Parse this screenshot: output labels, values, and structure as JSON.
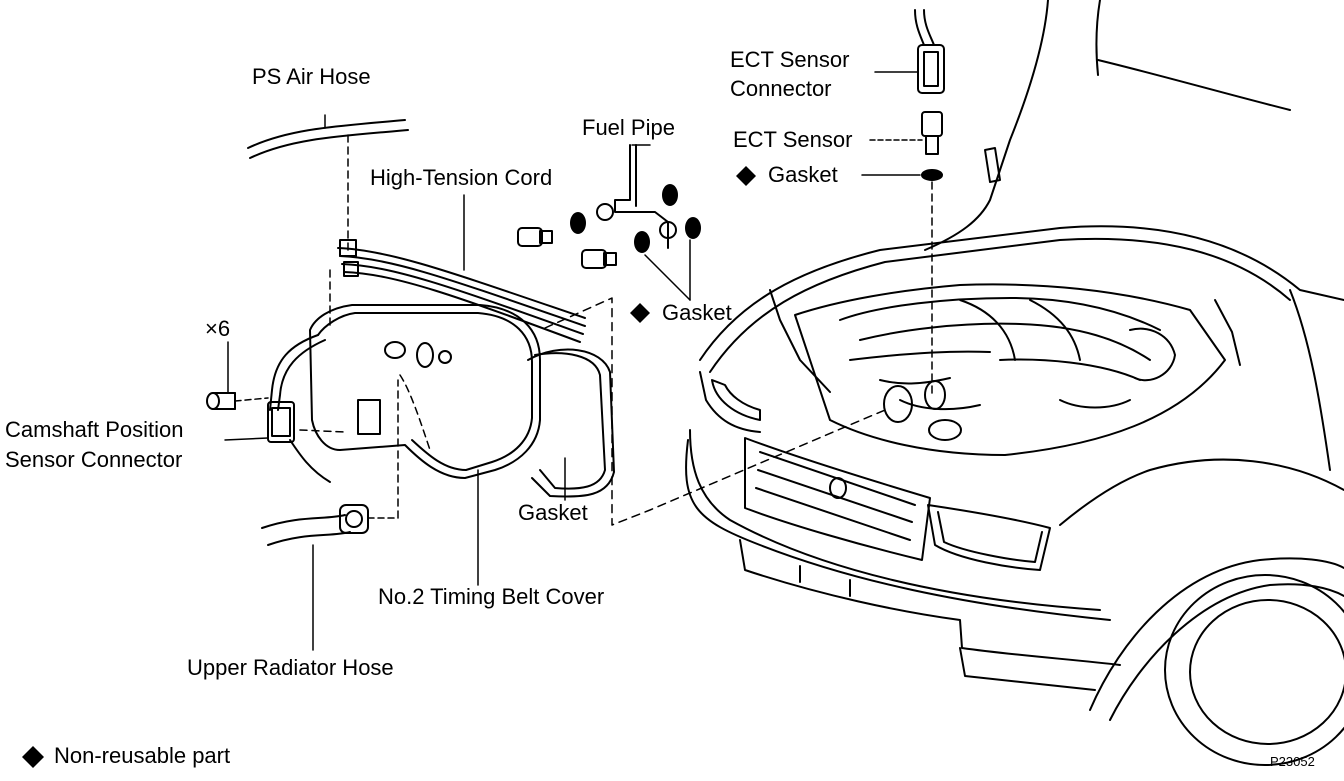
{
  "labels": {
    "ps_air_hose": "PS Air Hose",
    "high_tension_cord": "High-Tension Cord",
    "fuel_pipe": "Fuel Pipe",
    "ect_connector_line1": "ECT Sensor",
    "ect_connector_line2": "Connector",
    "ect_sensor": "ECT Sensor",
    "gasket_ect": "Gasket",
    "gasket_fuel": "Gasket",
    "gasket_cover": "Gasket",
    "x6": "×6",
    "camshaft_line1": "Camshaft Position",
    "camshaft_line2": "Sensor Connector",
    "timing_belt_cover": "No.2 Timing Belt Cover",
    "upper_radiator_hose": "Upper Radiator Hose",
    "legend": "Non-reusable part",
    "figure_code": "P23052"
  },
  "legend_symbol": "diamond",
  "colors": {
    "ink": "#000000",
    "paper": "#ffffff"
  }
}
